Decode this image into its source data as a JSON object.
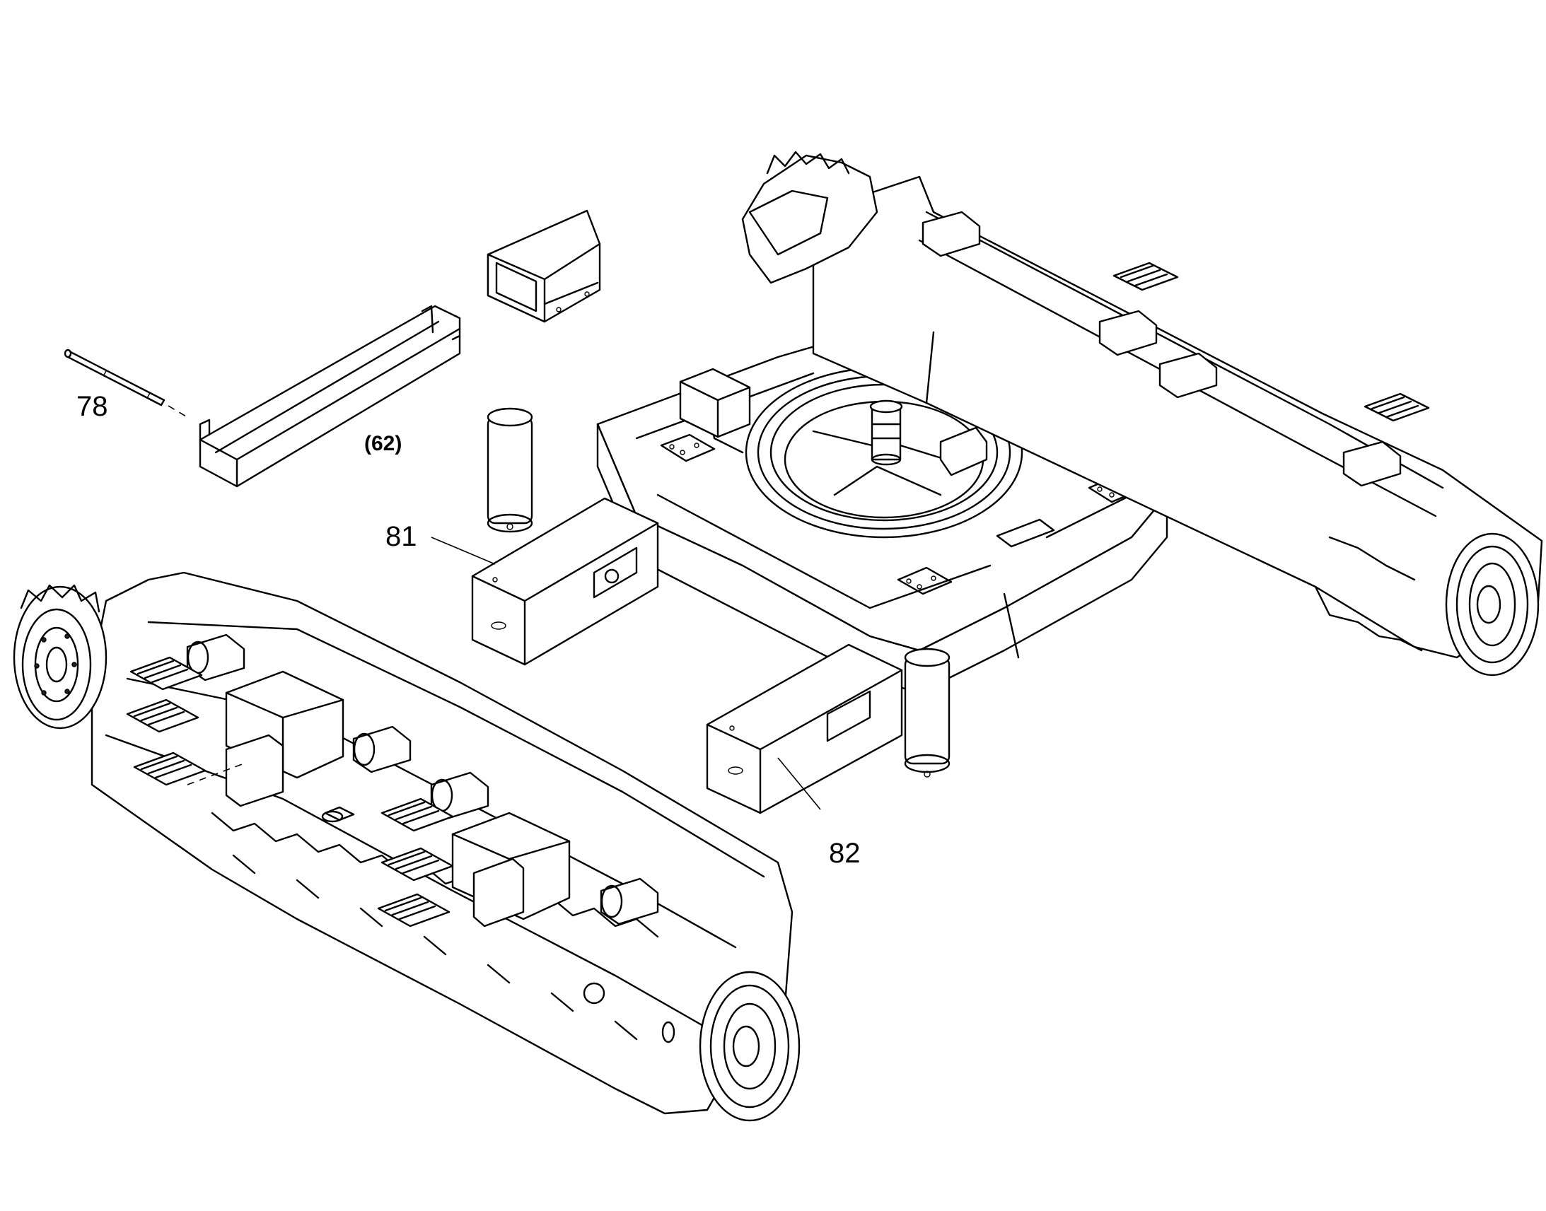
{
  "callouts": {
    "c78": "78",
    "c62": "(62)",
    "c81": "81",
    "c82": "82"
  },
  "style": {
    "line_color": "#000000",
    "background": "#ffffff"
  }
}
